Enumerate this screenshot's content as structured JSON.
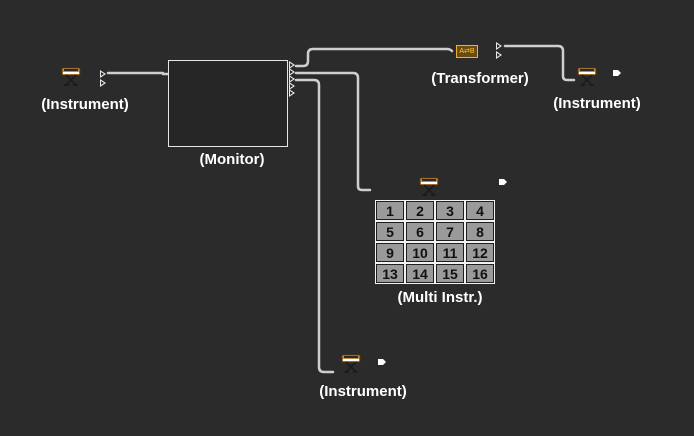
{
  "canvas": {
    "background": "#2b2b2b",
    "wire_color": "#cfcfcf"
  },
  "objects": {
    "instrument_left": {
      "label": "(Instrument)",
      "icon": "keyboard-stand-icon"
    },
    "monitor": {
      "label": "(Monitor)"
    },
    "transformer": {
      "label": "(Transformer)",
      "glyph": "A⇄B"
    },
    "instrument_right": {
      "label": "(Instrument)",
      "icon": "keyboard-stand-icon"
    },
    "multi_instr": {
      "label": "(Multi Instr.)",
      "icon": "keyboard-stand-icon",
      "channels": [
        "1",
        "2",
        "3",
        "4",
        "5",
        "6",
        "7",
        "8",
        "9",
        "10",
        "11",
        "12",
        "13",
        "14",
        "15",
        "16"
      ]
    },
    "instrument_bottom": {
      "label": "(Instrument)",
      "icon": "keyboard-stand-icon"
    }
  }
}
